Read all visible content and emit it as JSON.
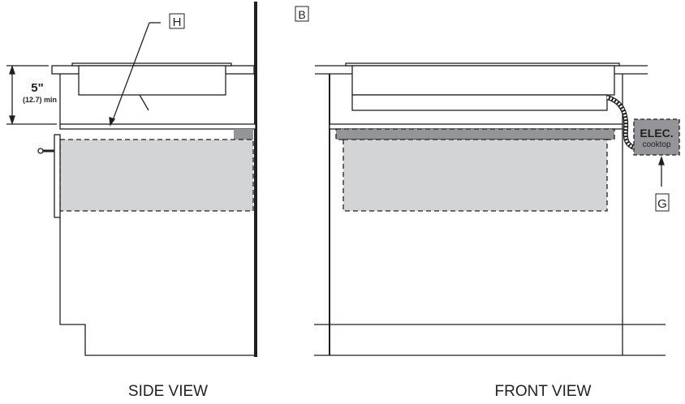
{
  "side_view": {
    "title": "SIDE VIEW",
    "callout": "H",
    "dimension_main": "5\"",
    "dimension_sub": "(12.7) min"
  },
  "front_view": {
    "title": "FRONT VIEW",
    "callout_top": "B",
    "callout_box": "G",
    "elec_label": "ELEC.",
    "elec_sub": "cooktop"
  },
  "colors": {
    "light_gray": "#d3d4d6",
    "dark_gray": "#939598",
    "line": "#231f20"
  }
}
